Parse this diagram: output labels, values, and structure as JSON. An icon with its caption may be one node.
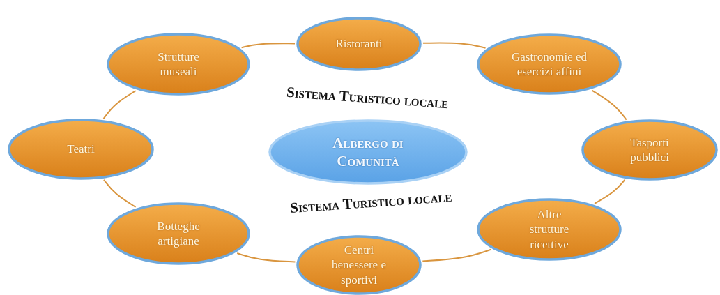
{
  "diagram": {
    "nodes": [
      {
        "text": [
          "Ristoranti"
        ]
      },
      {
        "text": [
          "Strutture museali"
        ]
      },
      {
        "text": [
          "Gastronomie ed esercizi affini"
        ]
      },
      {
        "text": [
          "Teatri"
        ]
      },
      {
        "text": [
          "Albergo di Comunità"
        ]
      },
      {
        "text": [
          "Tasporti pubblici"
        ]
      },
      {
        "text": [
          "Botteghe artigiane"
        ]
      },
      {
        "text": [
          "Altre strutture ricettive"
        ]
      },
      {
        "text": [
          "Centri benessere e sportivi"
        ]
      }
    ],
    "edges": [
      {
        "from": 1,
        "to": 0,
        "arrow": "none"
      },
      {
        "from": 0,
        "to": 2,
        "arrow": "none"
      },
      {
        "from": 2,
        "to": 5,
        "arrow": "none"
      },
      {
        "from": 5,
        "to": 7,
        "arrow": "none"
      },
      {
        "from": 7,
        "to": 8,
        "arrow": "none"
      },
      {
        "from": 8,
        "to": 6,
        "arrow": "none"
      },
      {
        "from": 6,
        "to": 3,
        "arrow": "none"
      },
      {
        "from": 3,
        "to": 1,
        "arrow": "none"
      }
    ],
    "labels": [
      "Sistema Turistico locale",
      "Sistema Turistico locale"
    ]
  }
}
